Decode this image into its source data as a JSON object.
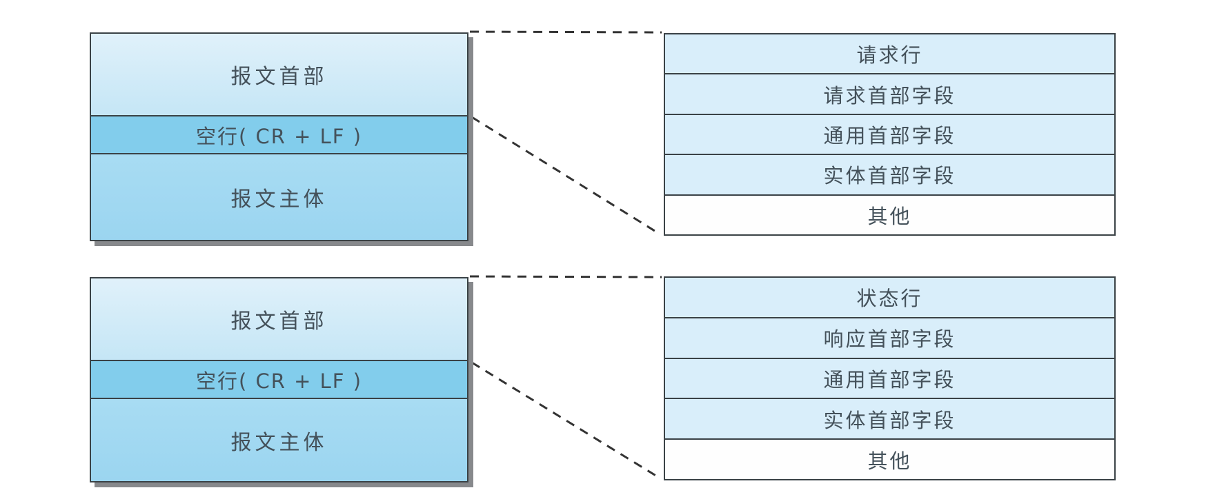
{
  "colors": {
    "background": "#ffffff",
    "border": "#3a4246",
    "shadow": "#87898c",
    "dashed_line": "#333333",
    "text": "#44515a",
    "header_fill_top": "#e0f1fa",
    "header_fill_bottom": "#c5e6f6",
    "blank_line_fill": "#82cdec",
    "body_fill_top": "#a8dcf3",
    "body_fill_bottom": "#9bd5f0",
    "detail_row_fill": "#d9eefa",
    "detail_other_fill": "#fefefe"
  },
  "diagrams": [
    {
      "name": "http-request-message",
      "message_box": {
        "header_label": "报文首部",
        "blank_line_label": "空行( CR + LF )",
        "body_label": "报文主体"
      },
      "detail_rows": [
        "请求行",
        "请求首部字段",
        "通用首部字段",
        "实体首部字段",
        "其他"
      ]
    },
    {
      "name": "http-response-message",
      "message_box": {
        "header_label": "报文首部",
        "blank_line_label": "空行( CR + LF )",
        "body_label": "报文主体"
      },
      "detail_rows": [
        "状态行",
        "响应首部字段",
        "通用首部字段",
        "实体首部字段",
        "其他"
      ]
    }
  ]
}
